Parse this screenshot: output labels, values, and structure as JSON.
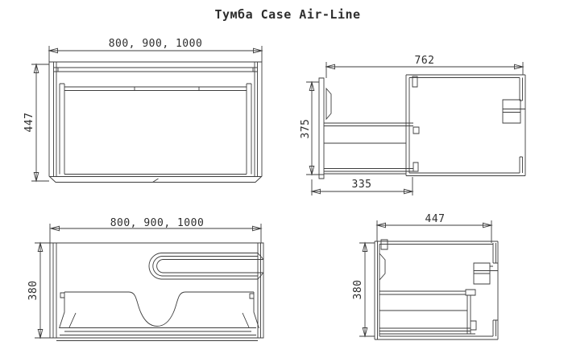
{
  "title": "Тумба Case Air-Line",
  "views": {
    "front": {
      "width": "800, 900, 1000",
      "height": "447"
    },
    "side_open": {
      "depth": "762",
      "height": "375",
      "drawer_extension": "335"
    },
    "top": {
      "width": "800, 900, 1000",
      "depth": "380"
    },
    "side_closed": {
      "depth": "447",
      "height": "380"
    }
  },
  "colors": {
    "line": "#3d3d3d",
    "background": "#ffffff"
  }
}
